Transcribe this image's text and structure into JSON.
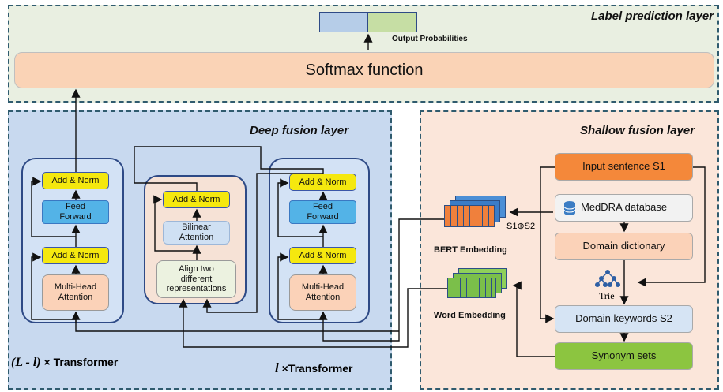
{
  "label_layer": {
    "title": "Label prediction layer",
    "output_caption": "Output Probabilities",
    "softmax": "Softmax function"
  },
  "deep_layer": {
    "title": "Deep fusion layer",
    "left_stack": {
      "add_norm_top": "Add & Norm",
      "feed_forward": "Feed Forward",
      "add_norm_bottom": "Add & Norm",
      "attention": "Multi-Head Attention"
    },
    "middle_stack": {
      "add_norm": "Add & Norm",
      "bilinear": "Bilinear Attention",
      "align": "Align two different representations"
    },
    "right_stack": {
      "add_norm_top": "Add & Norm",
      "feed_forward": "Feed Forward",
      "add_norm_bottom": "Add & Norm",
      "attention": "Multi-Head Attention"
    },
    "left_caption_math": "(L - l)",
    "left_caption_text": "× Transformer",
    "right_caption_math": "l",
    "right_caption_text": "×Transformer"
  },
  "embeddings": {
    "bert": "BERT Embedding",
    "word": "Word Embedding",
    "concat": "S1⊕S2"
  },
  "shallow_layer": {
    "title": "Shallow fusion layer",
    "input_sentence": "Input sentence S1",
    "meddra": "MedDRA database",
    "domain_dictionary": "Domain dictionary",
    "trie": "Trie",
    "domain_keywords": "Domain keywords S2",
    "synonym_sets": "Synonym sets"
  },
  "colors": {
    "deep_bg": "#c8d9ef",
    "shallow_bg": "#fbe6da",
    "label_bg": "#e9efe1",
    "softmax": "#fad3b6",
    "input_sentence": "#f4883a",
    "synonym": "#8cc540",
    "bert_blocks": "#f0803c",
    "word_blocks": "#7bbf4a"
  },
  "icons": [
    "database-icon",
    "trie-tree-icon",
    "arrow-icon"
  ]
}
